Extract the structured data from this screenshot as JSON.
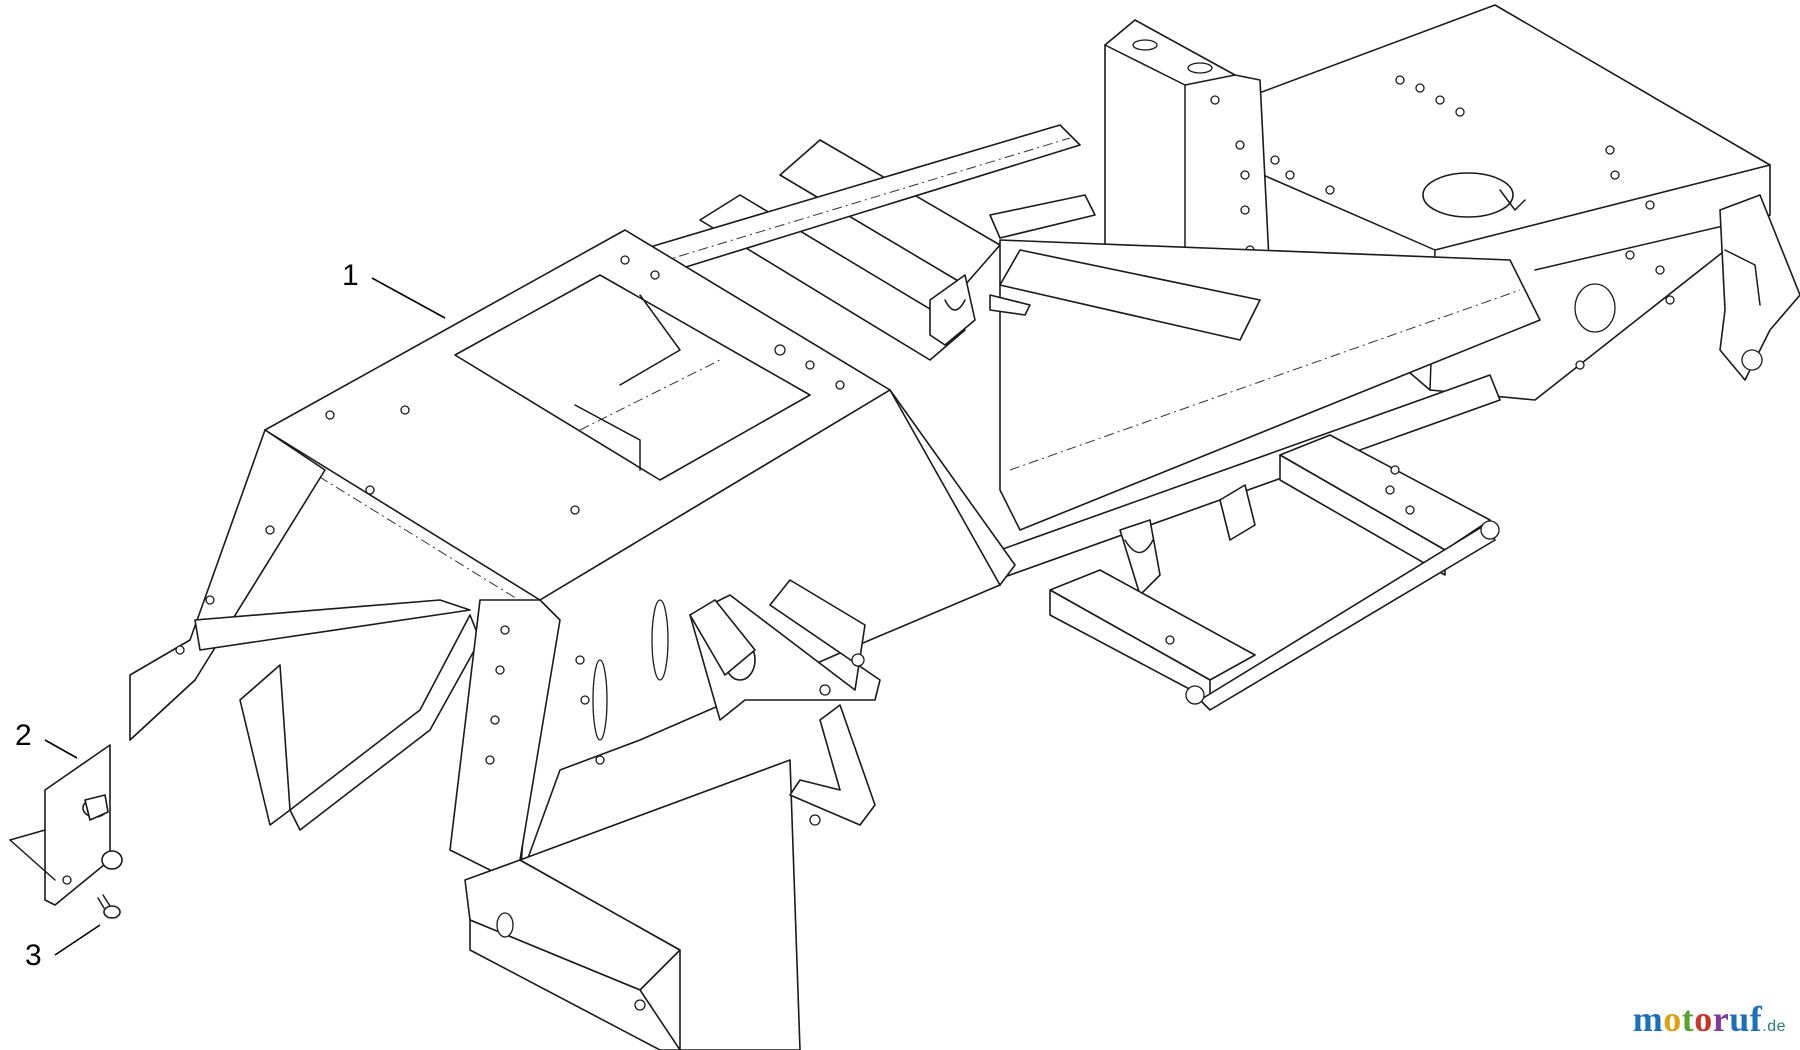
{
  "callouts": [
    {
      "id": "1",
      "label": "1"
    },
    {
      "id": "2",
      "label": "2"
    },
    {
      "id": "3",
      "label": "3"
    }
  ],
  "watermark": {
    "text": "motoruf",
    "suffix": ".de",
    "colors": [
      "#1f6fb5",
      "#d9a21b",
      "#5aa133",
      "#c0392b",
      "#7d3c98",
      "#1f6fb5"
    ]
  }
}
